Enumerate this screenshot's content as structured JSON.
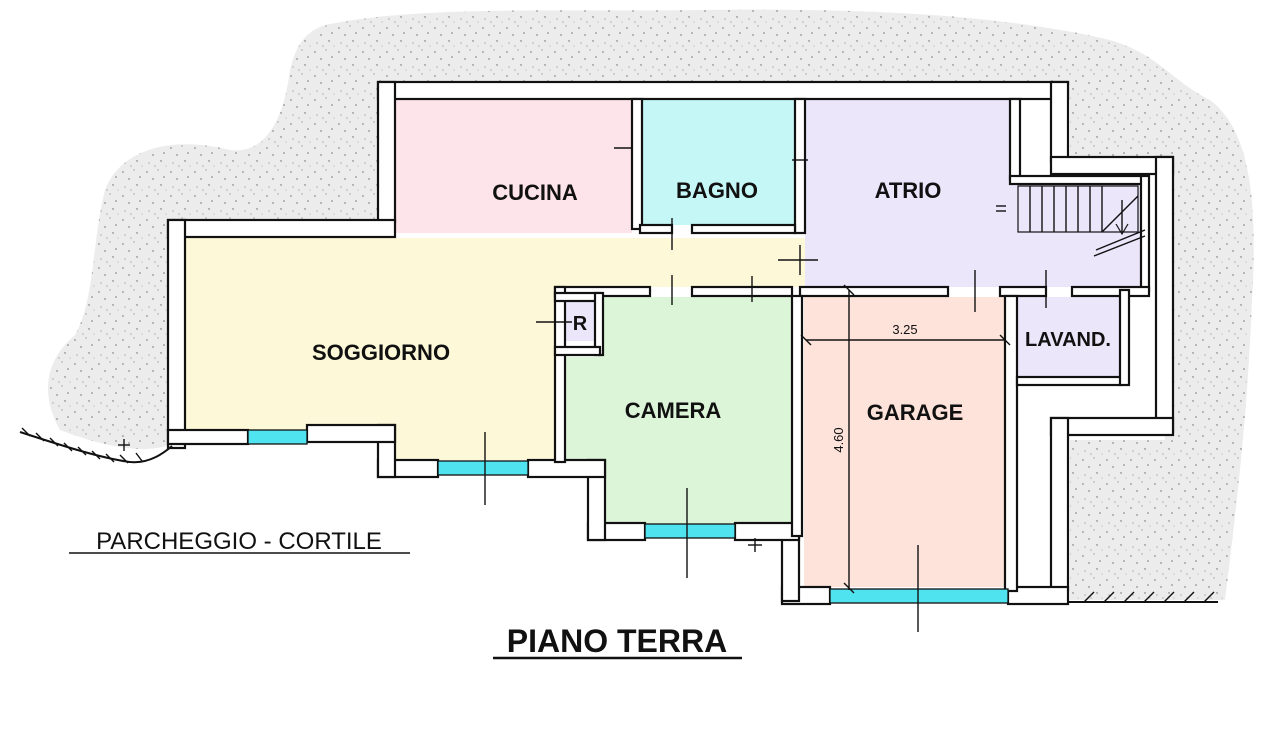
{
  "title": "PIANO TERRA",
  "outdoor_label": "PARCHEGGIO - CORTILE",
  "rooms": {
    "cucina": "CUCINA",
    "bagno": "BAGNO",
    "atrio": "ATRIO",
    "soggiorno": "SOGGIORNO",
    "ripostiglio": "R",
    "camera": "CAMERA",
    "garage": "GARAGE",
    "lavanderia": "LAVAND."
  },
  "dimensions": {
    "garage_width": "3.25",
    "garage_depth": "4.60"
  },
  "colors": {
    "cucina": "#fde3ea",
    "bagno": "#c4f7f5",
    "atrio": "#ece6fb",
    "soggiorno": "#fdf9d8",
    "camera": "#dcf5d8",
    "garage": "#fde3da",
    "lavanderia": "#ece6fb",
    "window": "#4fe3f0",
    "terrain": "#eeeeee"
  }
}
